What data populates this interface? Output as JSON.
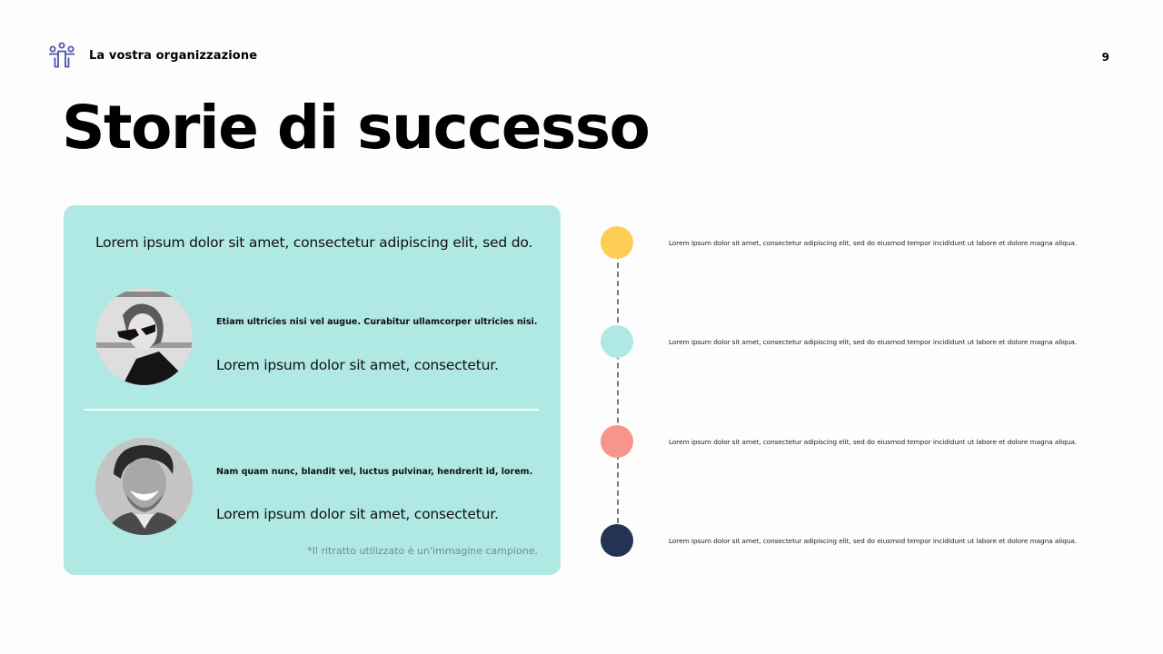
{
  "header": {
    "org_icon": "team-people-icon",
    "org_name": "La vostra organizzazione",
    "page_number": "9"
  },
  "title": "Storie di successo",
  "card": {
    "intro": "Lorem ipsum dolor sit amet, consectetur adipiscing elit, sed do.",
    "people": [
      {
        "avatar": "woman-sunglasses-portrait",
        "quote": "Etiam ultricies nisi vel augue. Curabitur ullamcorper ultricies nisi.",
        "description": "Lorem ipsum dolor sit amet, consectetur."
      },
      {
        "avatar": "smiling-man-portrait",
        "quote": "Nam quam nunc, blandit vel, luctus pulvinar, hendrerit id, lorem.",
        "description": "Lorem ipsum dolor sit amet, consectetur."
      }
    ],
    "disclaimer": "*Il ritratto utilizzato è un'immagine campione.",
    "background_color": "#b0e8e4"
  },
  "timeline": {
    "items": [
      {
        "color": "#fecd55",
        "text": "Lorem ipsum dolor sit amet, consectetur adipiscing elit, sed do eiusmod tempor incididunt ut labore et dolore magna aliqua."
      },
      {
        "color": "#b0e8e4",
        "text": "Lorem ipsum dolor sit amet, consectetur adipiscing elit, sed do eiusmod tempor incididunt ut labore et dolore magna aliqua."
      },
      {
        "color": "#f7958b",
        "text": "Lorem ipsum dolor sit amet, consectetur adipiscing elit, sed do eiusmod tempor incididunt ut labore et dolore magna aliqua."
      },
      {
        "color": "#243254",
        "text": "Lorem ipsum dolor sit amet, consectetur adipiscing elit, sed do eiusmod tempor incididunt ut labore et dolore magna aliqua."
      }
    ]
  }
}
